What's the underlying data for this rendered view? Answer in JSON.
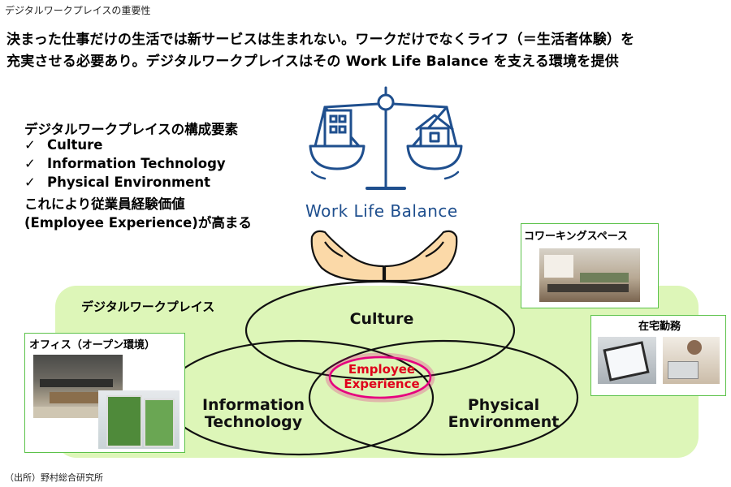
{
  "slide_label": "デジタルワークプレイスの重要性",
  "headline": {
    "line1": "決まった仕事だけの生活では新サービスは生まれない。ワークだけでなくライフ（＝生活者体験）を",
    "line2": "充実させる必要あり。デジタルワークプレイスはその Work Life Balance を支える環境を提供"
  },
  "components": {
    "heading": "デジタルワークプレイスの構成要素",
    "check_mark": "✓",
    "items": [
      "Culture",
      "Information Technology",
      "Physical  Environment"
    ],
    "result_line1": "これにより従業員経験価値",
    "result_line2": "(Employee Experience)が高まる"
  },
  "scale": {
    "label": "Work Life Balance",
    "color": "#1f4f8e",
    "left_icon": "office-building-icon",
    "right_icon": "house-icon",
    "hands_icon": "supporting-hands-icon"
  },
  "digital_workplace": {
    "label": "デジタルワークプレイス",
    "region_color": "#ddf6b8",
    "venn": {
      "culture": "Culture",
      "it_line1": "Information",
      "it_line2": "Technology",
      "pe_line1": "Physical",
      "pe_line2": "Environment",
      "center_line1": "Employee",
      "center_line2": "Experience",
      "center_color": "#e0001b",
      "glow_color": "#e6007e"
    }
  },
  "photos": {
    "office_label": "オフィス（オープン環境）",
    "coworking_label": "コワーキングスペース",
    "home_label": "在宅勤務",
    "border_color": "#5cc24a"
  },
  "source": "（出所）野村総合研究所"
}
